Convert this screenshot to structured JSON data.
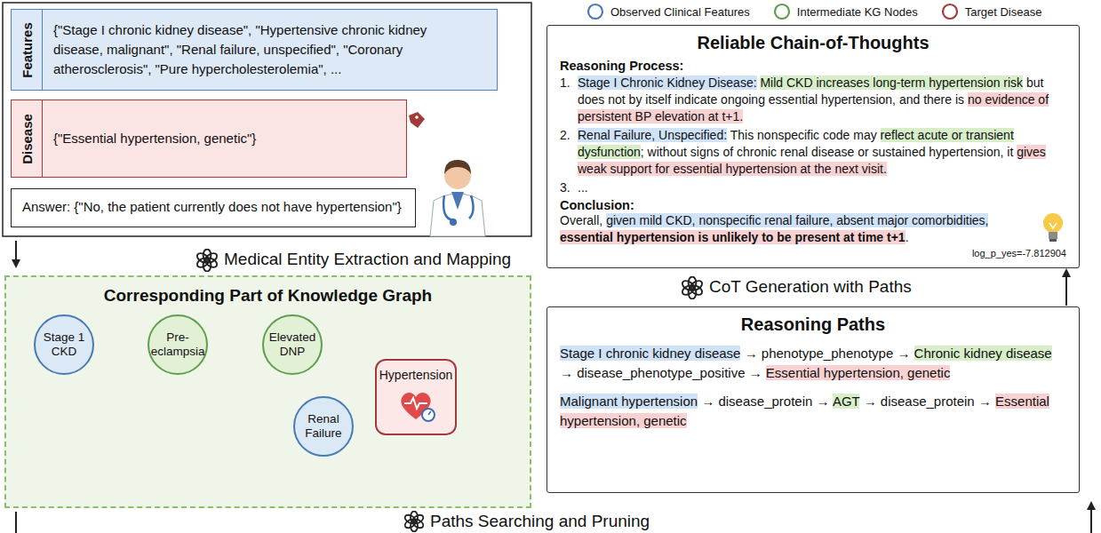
{
  "diagram": {
    "nodes": [
      {
        "text": [
          "Features",
          "{\"Stage I chronic kidney disease\", \"Hypertensive chronic kidney disease, malignant\", \"Renal failure, unspecified\", \"Coronary atherosclerosis\", \"Pure hypercholesterolemia\", ..."
        ]
      },
      {
        "text": [
          "Disease",
          "{\"Essential hypertension, genetic\"}"
        ]
      },
      {
        "text": [
          "Answer: {\"No, the patient currently does not have hypertension\"}"
        ]
      },
      {
        "text": [
          "Corresponding Part of Knowledge Graph"
        ]
      },
      {
        "text": [
          "Stage 1 CKD"
        ],
        "in": 3
      },
      {
        "text": [
          "Pre-eclampsia"
        ],
        "in": 3
      },
      {
        "text": [
          "Elevated DNP"
        ],
        "in": 3
      },
      {
        "text": [
          "Renal Failure"
        ],
        "in": 3
      },
      {
        "text": [
          "Hypertension"
        ],
        "in": 3
      },
      {
        "text": [
          "Reliable Chain-of-Thoughts",
          "Reasoning Process:",
          "1.",
          "Stage I Chronic Kidney Disease:",
          "Mild CKD increases long-term hypertension risk",
          "but does not by itself indicate ongoing essential hypertension, and there is",
          "no evidence of persistent BP elevation at t+1.",
          "2.",
          "Renal Failure, Unspecified:",
          "This nonspecific code may",
          "reflect acute or transient dysfunction",
          "; without signs of chronic renal disease or sustained hypertension, it",
          "gives weak support for essential hypertension at the next visit.",
          "3.",
          "...",
          "Conclusion:",
          "Overall,",
          "given mild CKD, nonspecific renal failure, absent major comorbidities,",
          "essential hypertension is unlikely to be present at time t+1",
          ".",
          "log_p_yes=-7.812904"
        ]
      },
      {
        "text": [
          "Reasoning Paths",
          "Stage I chronic kidney disease",
          "→ phenotype_phenotype →",
          "Chronic kidney disease",
          "→ disease_phenotype_positive →",
          "Essential hypertension, genetic",
          "Malignant hypertension",
          "→ disease_protein →",
          "AGT",
          "→ disease_protein →",
          "Essential hypertension, genetic"
        ]
      }
    ],
    "edges": [
      {
        "from": 4,
        "to": 5,
        "arrow": "to"
      },
      {
        "from": 5,
        "to": 6,
        "arrow": "to"
      },
      {
        "from": 6,
        "to": 8,
        "arrow": "to"
      },
      {
        "from": 7,
        "to": 8,
        "arrow": "to"
      },
      {
        "from": 10,
        "to": 9,
        "arrow": "to"
      }
    ],
    "labels": [
      "Medical Entity Extraction and Mapping",
      "CoT Generation with Paths",
      "Paths Searching and Pruning"
    ],
    "legend": [
      {
        "text": "Observed Clinical Features",
        "color": "#4a7ab5"
      },
      {
        "text": "Intermediate KG Nodes",
        "color": "#5e9e4c"
      },
      {
        "text": "Target Disease",
        "color": "#a33a3a"
      }
    ]
  }
}
